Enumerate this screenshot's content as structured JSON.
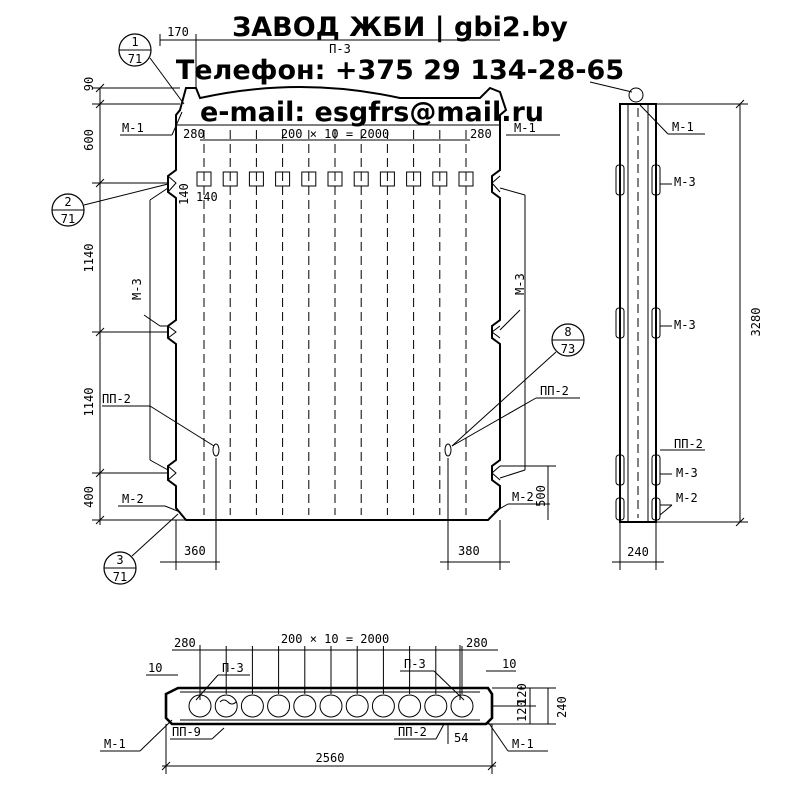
{
  "banner": {
    "line1": "ЗАВОД ЖБИ | gbi2.by",
    "line2": "Телефон: +375 29 134-28-65",
    "line3": "e-mail: esgfrs@mail.ru"
  },
  "front": {
    "dims_top": [
      "170",
      "П-3",
      "200 × 10 = 2000",
      "280",
      "280"
    ],
    "dims_left": [
      "90",
      "600",
      "1140",
      "1140",
      "400"
    ],
    "dim_140a": "140",
    "dim_140b": "140",
    "dim_500": "500",
    "bottom_left": "360",
    "bottom_right": "380",
    "labels": {
      "m1": "М-1",
      "m2": "М-2",
      "m3": "М-3",
      "pp2": "ПП-2"
    },
    "callouts": [
      {
        "num": "1",
        "sheet": "71"
      },
      {
        "num": "2",
        "sheet": "71"
      },
      {
        "num": "3",
        "sheet": "71"
      },
      {
        "num": "8",
        "sheet": "73"
      }
    ]
  },
  "side": {
    "width": "240",
    "height": "3280",
    "labels": [
      "М-1",
      "М-3",
      "М-3",
      "ПП-2",
      "М-3",
      "М-2"
    ]
  },
  "section": {
    "dims_top": [
      "280",
      "200 × 10 = 2000",
      "280"
    ],
    "dim_10a": "10",
    "dim_10b": "10",
    "dims_right": [
      "120",
      "120",
      "240"
    ],
    "dim_54": "54",
    "width": "2560",
    "labels": {
      "p3": "П-3",
      "m1": "М-1",
      "pp2": "ПП-2",
      "pp9": "ПП-9"
    }
  }
}
